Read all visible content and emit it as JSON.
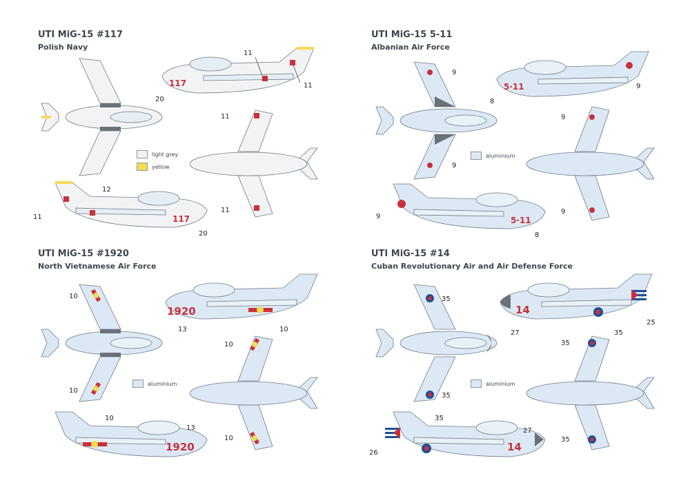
{
  "panels": [
    {
      "title": "UTI MiG-15 #117",
      "subtitle": "Polish Navy",
      "code": "117",
      "legend": [
        {
          "label": "light grey",
          "color": "#f2f3f4"
        },
        {
          "label": "yellow",
          "color": "#f4dc55"
        }
      ],
      "callouts": {
        "a": "11",
        "b": "20",
        "c": "12"
      }
    },
    {
      "title": "UTI MiG-15 5-11",
      "subtitle": "Albanian Air Force",
      "code": "5·11",
      "legend": [
        {
          "label": "aluminium",
          "color": "#dce9f5"
        }
      ],
      "callouts": {
        "a": "9",
        "b": "8"
      }
    },
    {
      "title": "UTI MiG-15 #1920",
      "subtitle": "North Vietnamese Air Force",
      "code": "1920",
      "legend": [
        {
          "label": "aluminium",
          "color": "#dce9f5"
        }
      ],
      "callouts": {
        "a": "10",
        "b": "13"
      }
    },
    {
      "title": "UTI MiG-15 #14",
      "subtitle": "Cuban Revolutionary Air and Air Defense Force",
      "code": "14",
      "legend": [
        {
          "label": "aluminium",
          "color": "#dce9f5"
        }
      ],
      "callouts": {
        "a": "35",
        "b": "27",
        "c": "25",
        "d": "26"
      }
    }
  ],
  "colors": {
    "outline": "#6f7884",
    "aluminium": "#dce9f5",
    "light_grey": "#f2f3f4",
    "dark_panel": "#6b7178",
    "marking_red": "#c9303a",
    "yellow": "#f4dc55"
  }
}
